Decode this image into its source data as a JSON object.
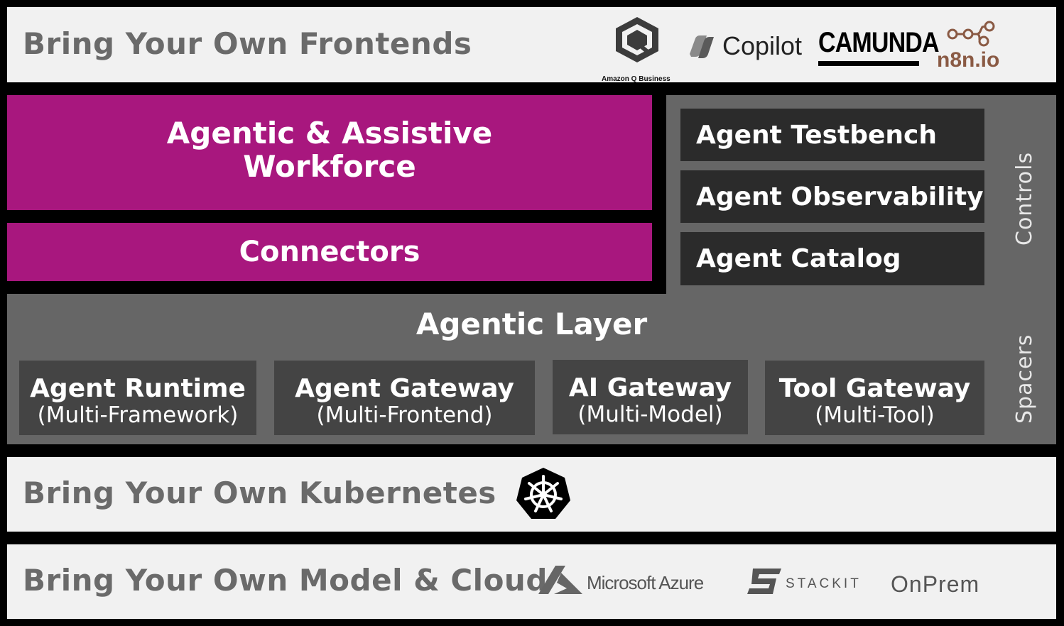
{
  "frontends": {
    "title": "Bring Your Own Frontends",
    "logos": {
      "amazon_q": "Amazon Q Business",
      "copilot": "Copilot",
      "camunda": "CAMUNDA",
      "n8n": "n8n.io"
    }
  },
  "workforce": {
    "line1": "Agentic & Assistive",
    "line2": "Workforce"
  },
  "connectors": "Connectors",
  "controls": {
    "label": "Controls",
    "items": [
      "Agent Testbench",
      "Agent Observability",
      "Agent Catalog"
    ]
  },
  "agentic_layer": {
    "title": "Agentic Layer",
    "spacers_label": "Spacers",
    "components": [
      {
        "title": "Agent Runtime",
        "subtitle": "(Multi-Framework)"
      },
      {
        "title": "Agent Gateway",
        "subtitle": "(Multi-Frontend)"
      },
      {
        "title": "AI Gateway",
        "subtitle": "(Multi-Model)"
      },
      {
        "title": "Tool Gateway",
        "subtitle": "(Multi-Tool)"
      }
    ]
  },
  "kubernetes": {
    "title": "Bring Your Own Kubernetes",
    "logo": "kubernetes-logo"
  },
  "cloud": {
    "title": "Bring Your Own Model & Cloud",
    "logos": {
      "azure": "Microsoft Azure",
      "stackit": "STACKIT",
      "onprem": "OnPrem"
    }
  },
  "colors": {
    "purple": "#a8177e",
    "gray_panel": "#666666",
    "dark_box": "#2b2b2b",
    "band": "#f1f1f1",
    "title_gray": "#6a6a6a"
  }
}
